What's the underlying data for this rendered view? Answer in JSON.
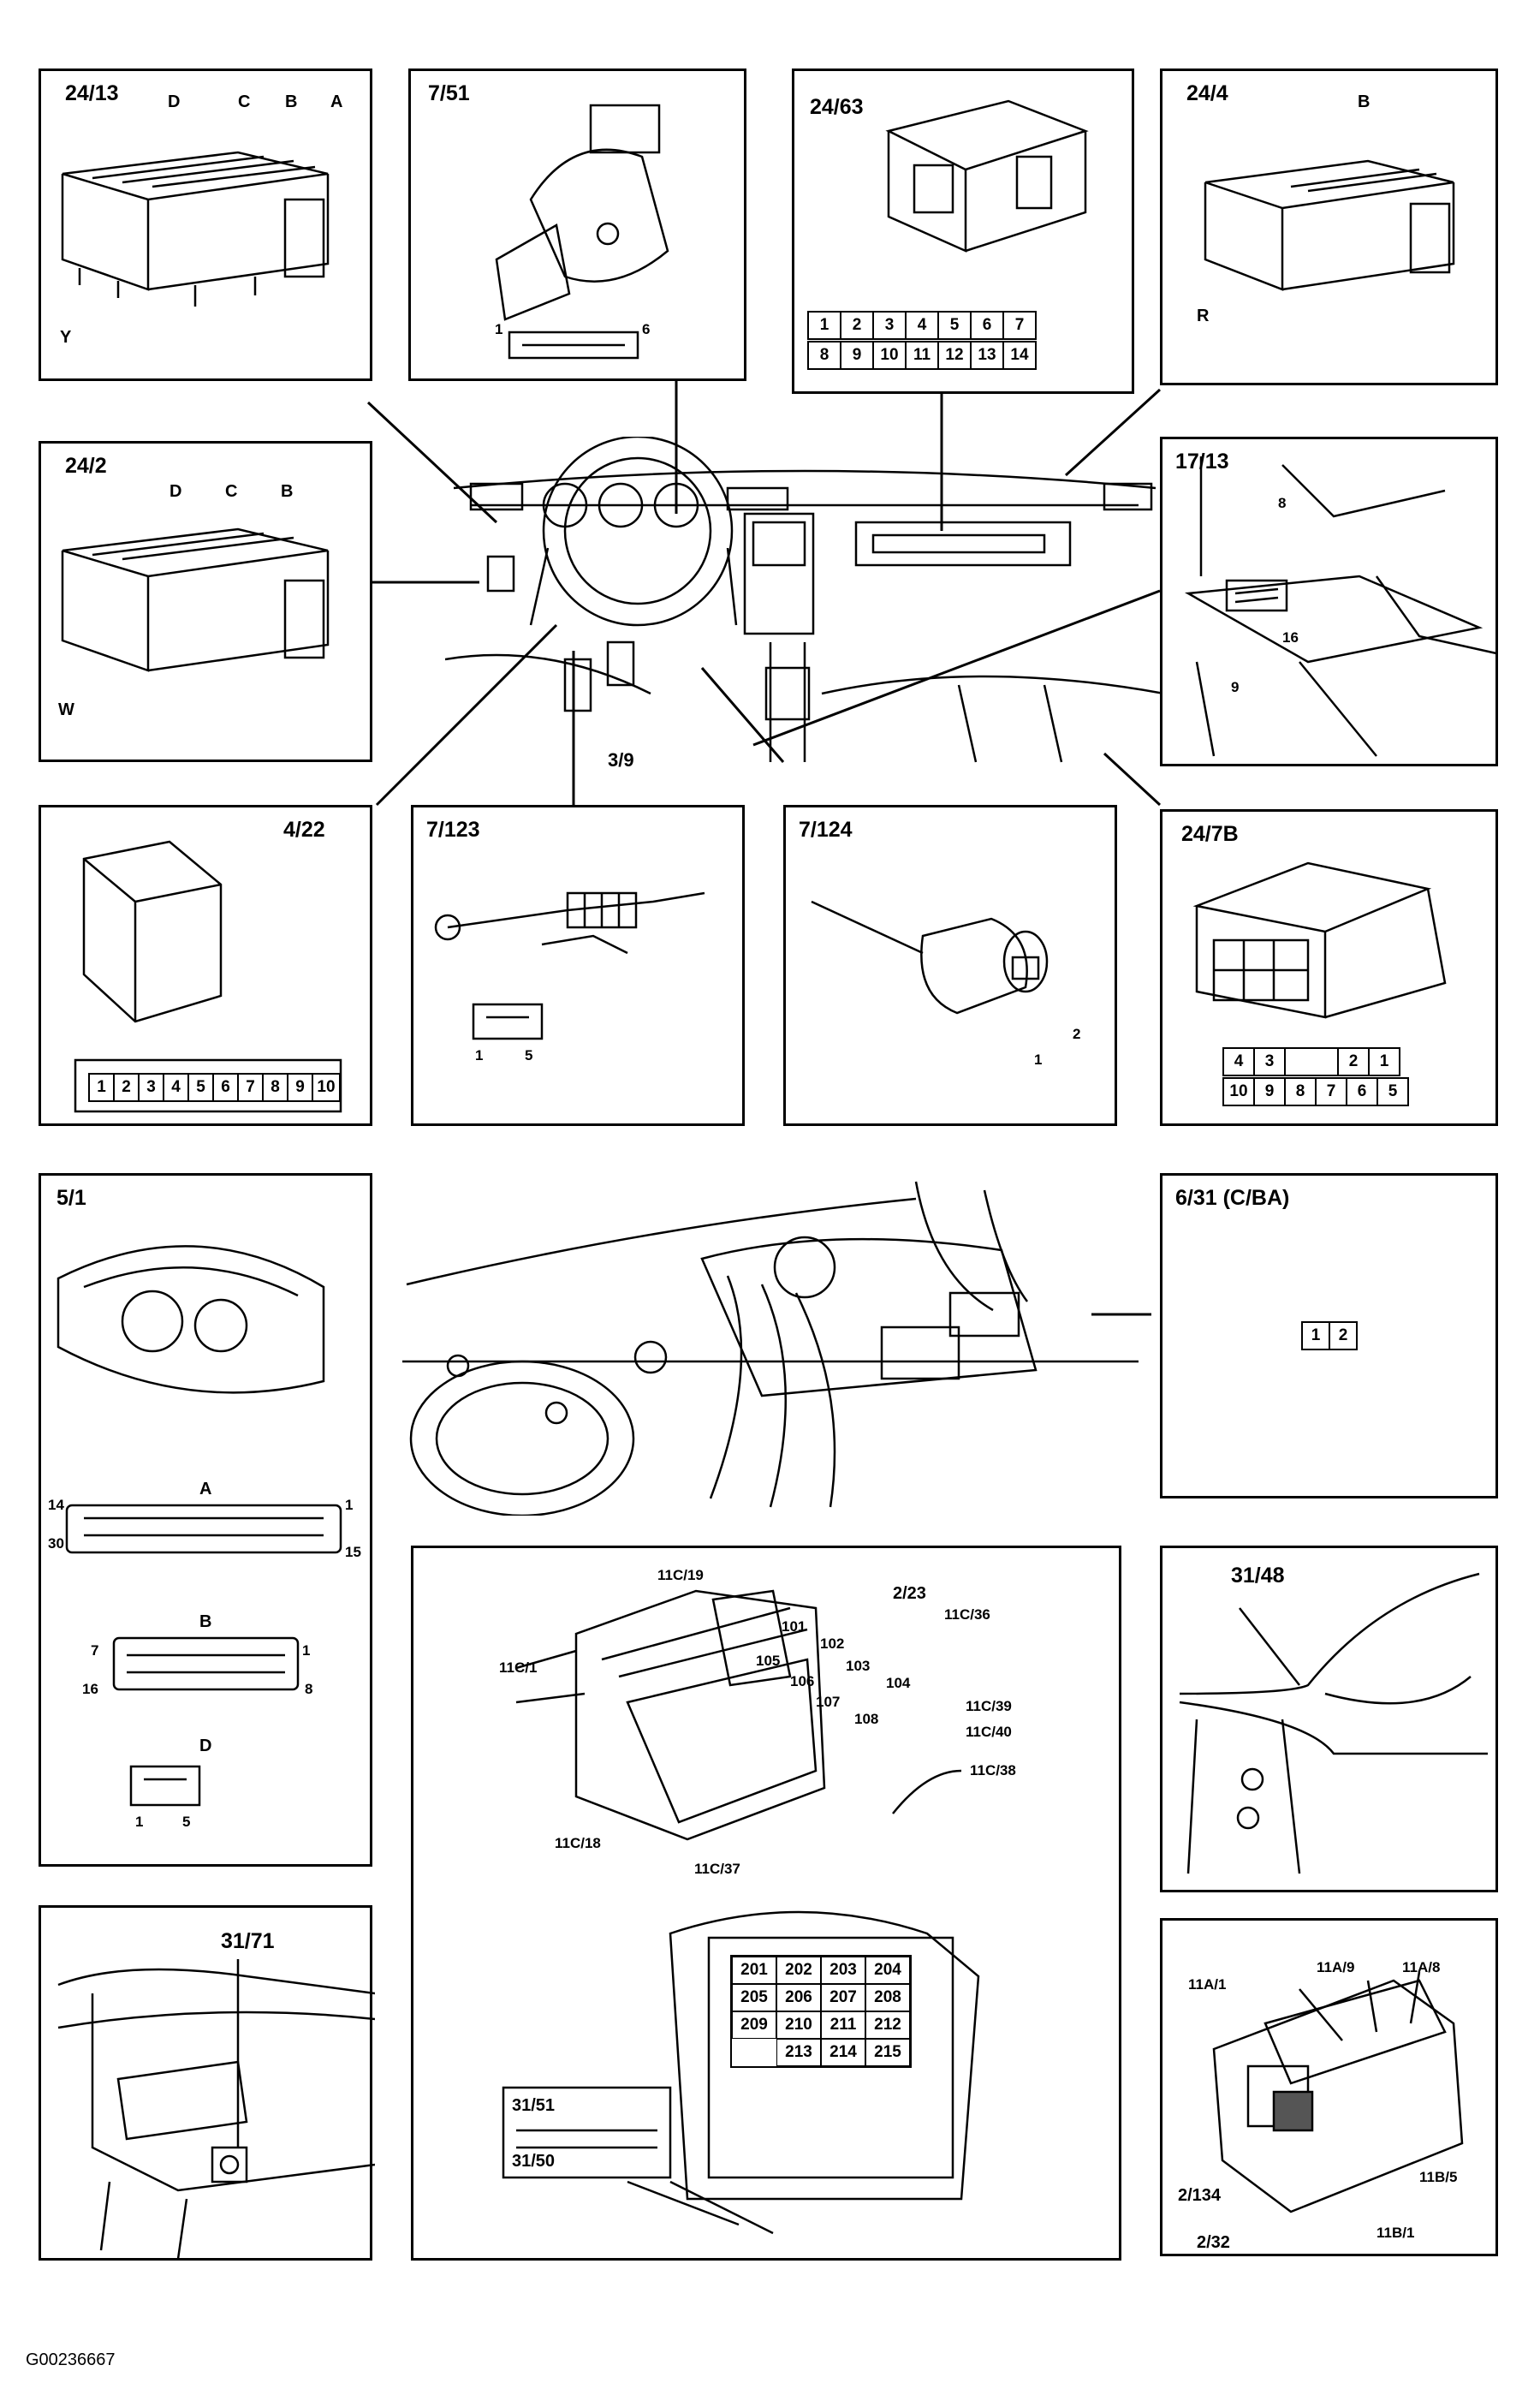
{
  "doc_id": "G00236667",
  "panels": {
    "p24_13": {
      "title": "24/13",
      "letters": [
        "D",
        "C",
        "B",
        "A"
      ],
      "side": "Y"
    },
    "p7_51": {
      "title": "7/51",
      "pin_left": "1",
      "pin_right": "6"
    },
    "p24_63": {
      "title": "24/63",
      "row1": [
        "1",
        "2",
        "3",
        "4",
        "5",
        "6",
        "7"
      ],
      "row2": [
        "8",
        "9",
        "10",
        "11",
        "12",
        "13",
        "14"
      ]
    },
    "p24_4": {
      "title": "24/4",
      "letter": "B",
      "side": "R"
    },
    "p24_2": {
      "title": "24/2",
      "letters": [
        "D",
        "C",
        "B"
      ],
      "side": "W"
    },
    "p17_13": {
      "title": "17/13",
      "pins": [
        "8",
        "16",
        "9"
      ]
    },
    "center": {
      "label": "3/9"
    },
    "p4_22": {
      "title": "4/22",
      "pins": [
        "1",
        "2",
        "3",
        "4",
        "5",
        "6",
        "7",
        "8",
        "9",
        "10"
      ]
    },
    "p7_123": {
      "title": "7/123",
      "pin_left": "1",
      "pin_right": "5"
    },
    "p7_124": {
      "title": "7/124",
      "pin_a": "1",
      "pin_b": "2"
    },
    "p24_7b": {
      "title": "24/7B",
      "row1": [
        "4",
        "3",
        "",
        "2",
        "1"
      ],
      "row2": [
        "10",
        "9",
        "8",
        "7",
        "6",
        "5"
      ]
    },
    "p5_1": {
      "title": "5/1",
      "conn_a": "A",
      "a_pins": [
        "14",
        "1",
        "30",
        "15"
      ],
      "conn_b": "B",
      "b_pins": [
        "7",
        "1",
        "16",
        "8"
      ],
      "conn_d": "D",
      "d_pins": [
        "1",
        "5"
      ]
    },
    "p6_31": {
      "title": "6/31 (C/BA)",
      "pins": [
        "1",
        "2"
      ]
    },
    "fusebox": {
      "labels": [
        "11C/19",
        "2/23",
        "11C/36",
        "11C/1",
        "11C/39",
        "11C/40",
        "11C/38",
        "11C/18",
        "11C/37"
      ],
      "fuses": [
        "101",
        "102",
        "103",
        "104",
        "105",
        "106",
        "107",
        "108"
      ],
      "relays": [
        "201",
        "202",
        "203",
        "204",
        "205",
        "206",
        "207",
        "208",
        "209",
        "210",
        "211",
        "212",
        "213",
        "214",
        "215"
      ],
      "conn_top": "31/51",
      "conn_bottom": "31/50"
    },
    "p31_48": {
      "title": "31/48"
    },
    "p31_71": {
      "title": "31/71"
    },
    "p11a": {
      "labels": [
        "11A/1",
        "11A/9",
        "11A/8",
        "2/134",
        "11B/5",
        "2/32",
        "11B/1"
      ]
    }
  }
}
